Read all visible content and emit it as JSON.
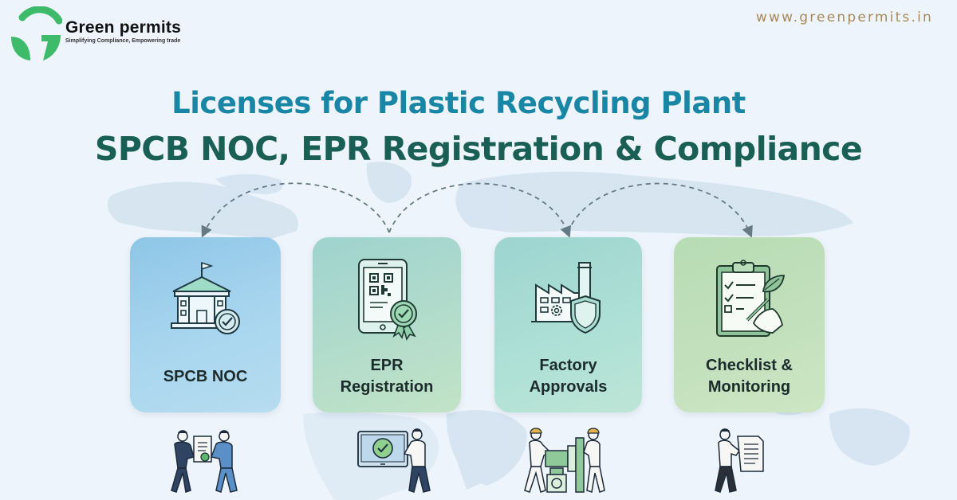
{
  "brand": {
    "name": "Green permits",
    "tagline": "Simplifying Compliance, Empowering trade",
    "logo_icon": "green-g-leaf-logo",
    "logo_color": "#3dba6a"
  },
  "header": {
    "website": "www.greenpermits.in",
    "website_color": "#a8895a"
  },
  "headline": {
    "line1": "Licenses for Plastic Recycling Plant",
    "line1_color": "#1a86a6",
    "line2": "SPCB NOC, EPR Registration & Compliance",
    "line2_color": "#1a5f55"
  },
  "cards": [
    {
      "label": "SPCB NOC",
      "icon": "government-building-check-icon",
      "illustration": "handshake-document-people"
    },
    {
      "label": "EPR Registration",
      "icon": "phone-qr-badge-icon",
      "illustration": "person-with-monitor-check"
    },
    {
      "label": "Factory Approvals",
      "icon": "factory-shield-icon",
      "illustration": "workers-operating-machine"
    },
    {
      "label": "Checklist & Monitoring",
      "icon": "clipboard-checklist-leaf-icon",
      "illustration": "person-reading-document"
    }
  ],
  "connectors": {
    "style": "dashed-arcs",
    "color": "#667a84",
    "count": 3
  },
  "background": {
    "color": "#eef4fb",
    "decoration": "faint-world-map"
  }
}
